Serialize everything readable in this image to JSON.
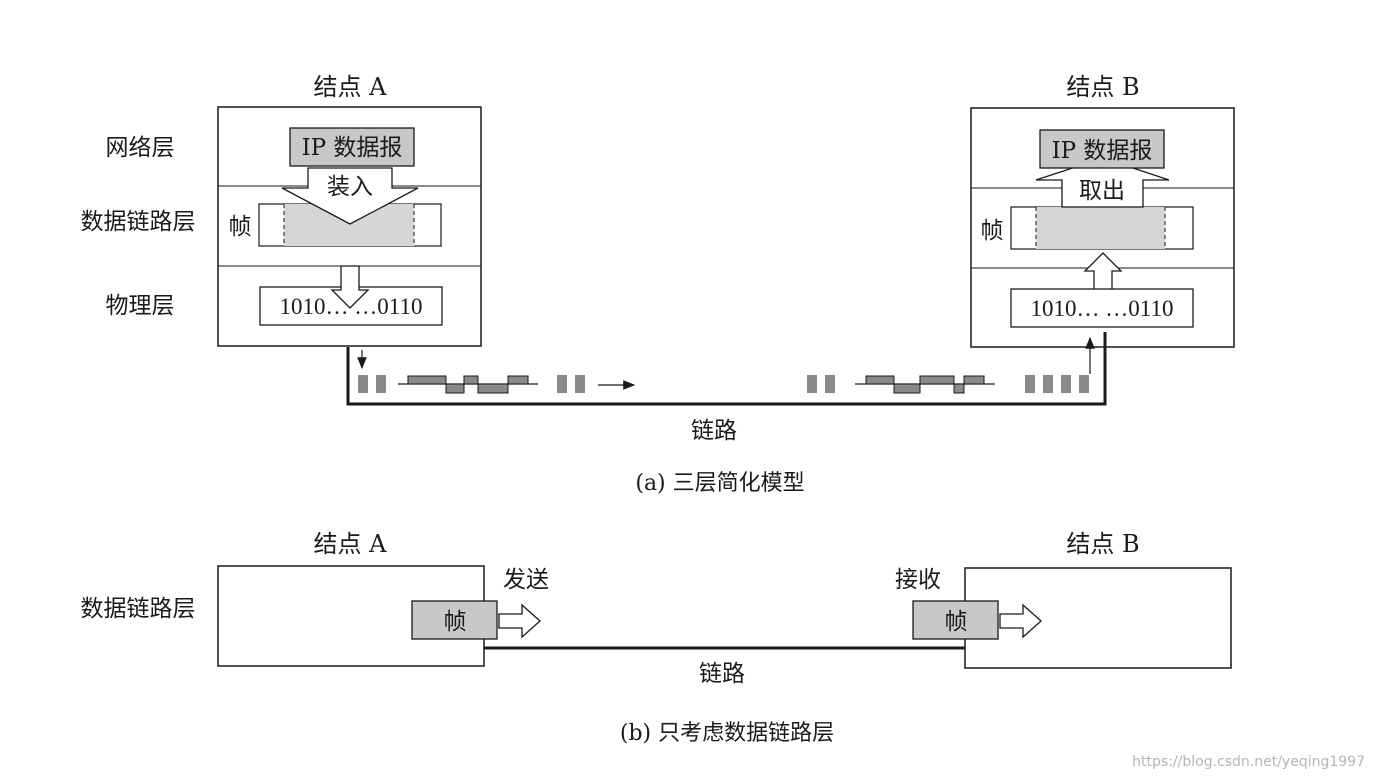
{
  "part_a": {
    "node_a_title": "结点 A",
    "node_b_title": "结点 B",
    "layer_network": "网络层",
    "layer_datalink": "数据链路层",
    "layer_physical": "物理层",
    "ip_datagram_a": "IP 数据报",
    "ip_datagram_b": "IP 数据报",
    "encapsulate": "装入",
    "extract": "取出",
    "frame_a": "帧",
    "frame_b": "帧",
    "bits_a": "1010…   …0110",
    "bits_b": "1010…   …0110",
    "link": "链路",
    "caption": "(a) 三层简化模型"
  },
  "part_b": {
    "node_a_title": "结点 A",
    "node_b_title": "结点 B",
    "layer_datalink": "数据链路层",
    "send": "发送",
    "receive": "接收",
    "frame_a": "帧",
    "frame_b": "帧",
    "link": "链路",
    "caption": "(b) 只考虑数据链路层"
  },
  "watermark": "https://blog.csdn.net/yeqing1997",
  "colors": {
    "box_gray": "#c8c8c8",
    "frame_fill": "#d6d6d6",
    "signal_gray": "#8a8a8a",
    "stroke": "#1a1a1a"
  }
}
